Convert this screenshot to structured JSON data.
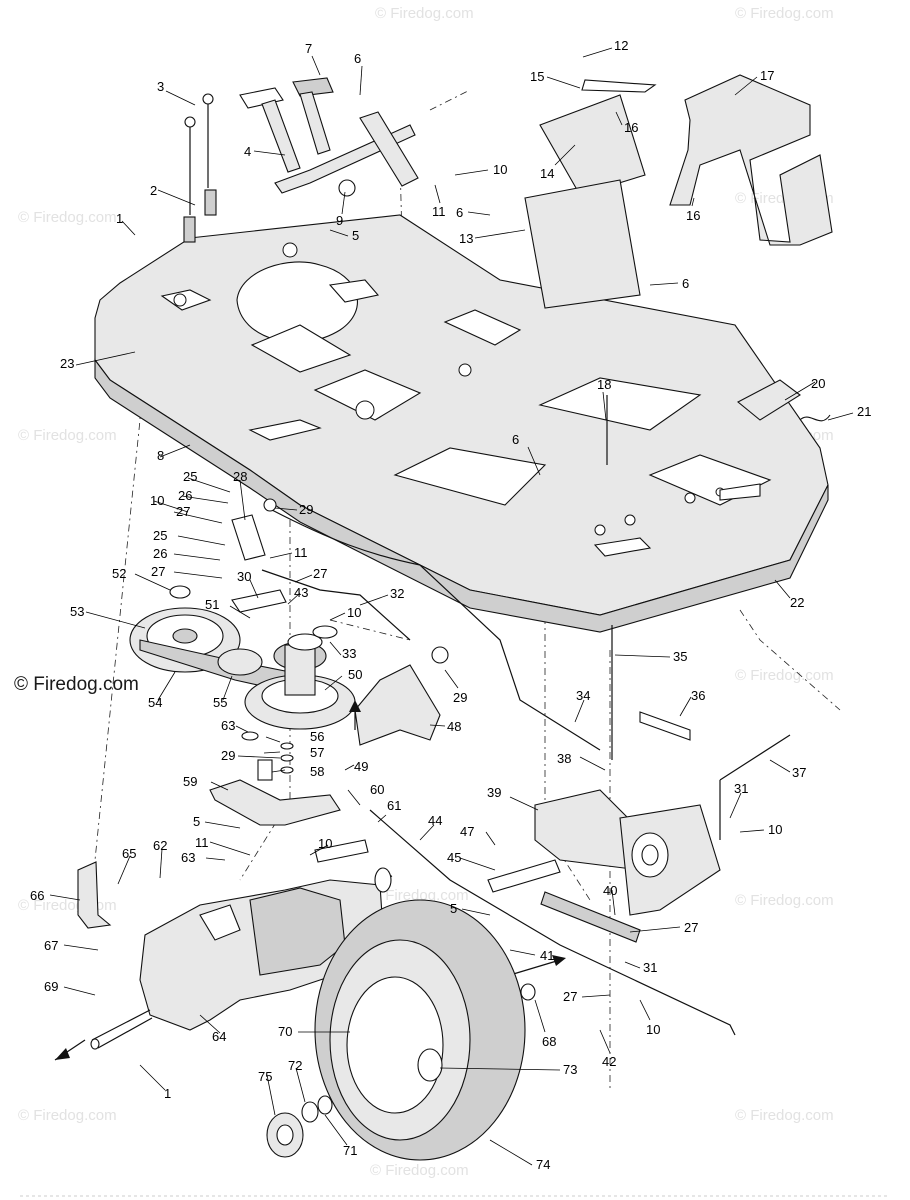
{
  "watermark": {
    "text": "© Firedog.com"
  },
  "callouts": [
    {
      "label": "7"
    },
    {
      "label": "6"
    },
    {
      "label": "3"
    },
    {
      "label": "4"
    },
    {
      "label": "2"
    },
    {
      "label": "1"
    },
    {
      "label": "5"
    },
    {
      "label": "9"
    },
    {
      "label": "10"
    },
    {
      "label": "11"
    },
    {
      "label": "12"
    },
    {
      "label": "15"
    },
    {
      "label": "14"
    },
    {
      "label": "16"
    },
    {
      "label": "17"
    },
    {
      "label": "16"
    },
    {
      "label": "6"
    },
    {
      "label": "13"
    },
    {
      "label": "6"
    },
    {
      "label": "23"
    },
    {
      "label": "18"
    },
    {
      "label": "20"
    },
    {
      "label": "21"
    },
    {
      "label": "6"
    },
    {
      "label": "8"
    },
    {
      "label": "25"
    },
    {
      "label": "26"
    },
    {
      "label": "27"
    },
    {
      "label": "10"
    },
    {
      "label": "28"
    },
    {
      "label": "29"
    },
    {
      "label": "25"
    },
    {
      "label": "26"
    },
    {
      "label": "27"
    },
    {
      "label": "11"
    },
    {
      "label": "30"
    },
    {
      "label": "27"
    },
    {
      "label": "52"
    },
    {
      "label": "53"
    },
    {
      "label": "51"
    },
    {
      "label": "43"
    },
    {
      "label": "32"
    },
    {
      "label": "10"
    },
    {
      "label": "33"
    },
    {
      "label": "22"
    },
    {
      "label": "35"
    },
    {
      "label": "54"
    },
    {
      "label": "55"
    },
    {
      "label": "50"
    },
    {
      "label": "29"
    },
    {
      "label": "34"
    },
    {
      "label": "36"
    },
    {
      "label": "63"
    },
    {
      "label": "48"
    },
    {
      "label": "56"
    },
    {
      "label": "29"
    },
    {
      "label": "57"
    },
    {
      "label": "58"
    },
    {
      "label": "49"
    },
    {
      "label": "38"
    },
    {
      "label": "37"
    },
    {
      "label": "59"
    },
    {
      "label": "39"
    },
    {
      "label": "60"
    },
    {
      "label": "61"
    },
    {
      "label": "44"
    },
    {
      "label": "31"
    },
    {
      "label": "10"
    },
    {
      "label": "5"
    },
    {
      "label": "11"
    },
    {
      "label": "10"
    },
    {
      "label": "47"
    },
    {
      "label": "63"
    },
    {
      "label": "62"
    },
    {
      "label": "65"
    },
    {
      "label": "45"
    },
    {
      "label": "40"
    },
    {
      "label": "66"
    },
    {
      "label": "5"
    },
    {
      "label": "27"
    },
    {
      "label": "67"
    },
    {
      "label": "41"
    },
    {
      "label": "31"
    },
    {
      "label": "69"
    },
    {
      "label": "27"
    },
    {
      "label": "10"
    },
    {
      "label": "64"
    },
    {
      "label": "70"
    },
    {
      "label": "68"
    },
    {
      "label": "42"
    },
    {
      "label": "73"
    },
    {
      "label": "75"
    },
    {
      "label": "72"
    },
    {
      "label": "1"
    },
    {
      "label": "71"
    },
    {
      "label": "74"
    }
  ]
}
